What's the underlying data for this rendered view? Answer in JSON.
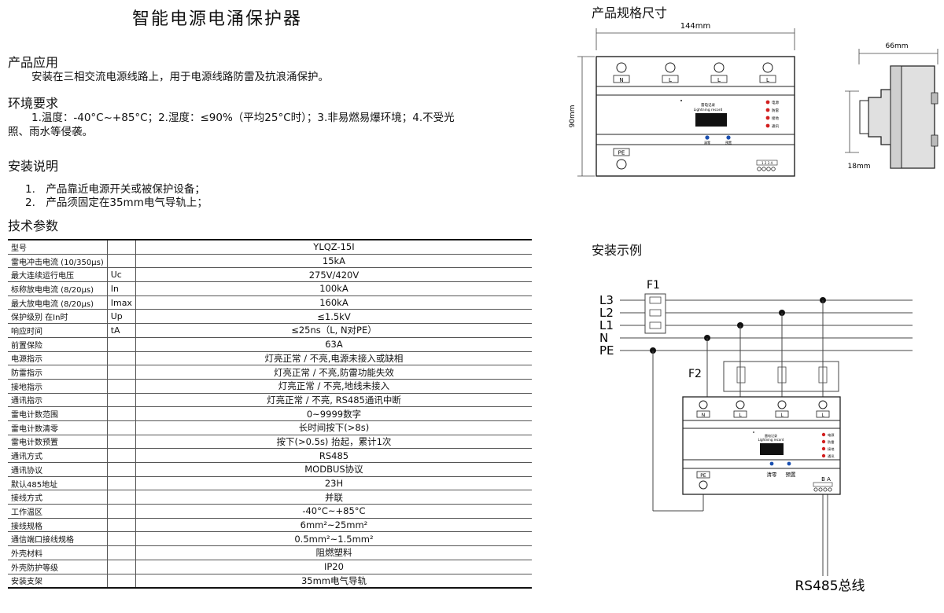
{
  "title": "智能电源电涌保护器",
  "sections": {
    "application": {
      "heading": "产品应用",
      "text": "安装在三相交流电源线路上，用于电源线路防雷及抗浪涌保护。"
    },
    "environment": {
      "heading": "环境要求",
      "line1": "1.温度：-40°C~+85°C；2.湿度：≤90%（平均25°C时）；3.非易燃易爆环境；4.不受光",
      "line2": "照、雨水等侵袭。"
    },
    "install": {
      "heading": "安装说明",
      "items": [
        "1.　产品靠近电源开关或被保护设备；",
        "2.　产品须固定在35mm电气导轨上；"
      ]
    },
    "tech_heading": "技术参数",
    "dims_heading": "产品规格尺寸",
    "example_heading": "安装示例"
  },
  "spec_rows": [
    {
      "name": "型号",
      "sym": "",
      "val": "YLQZ-15I"
    },
    {
      "name": "雷电冲击电流 (10/350μs)",
      "sym": "",
      "val": "15kA"
    },
    {
      "name": "最大连续运行电压",
      "sym": "Uc",
      "val": "275V/420V"
    },
    {
      "name": "标称放电电流 (8/20μs)",
      "sym": "In",
      "val": "100kA"
    },
    {
      "name": "最大放电电流 (8/20μs)",
      "sym": "Imax",
      "val": "160kA"
    },
    {
      "name": "保护级别 在In时",
      "sym": "Up",
      "val": "≤1.5kV"
    },
    {
      "name": "响应时间",
      "sym": "tA",
      "val": "≤25ns（L, N对PE）"
    },
    {
      "name": "前置保险",
      "sym": "",
      "val": "63A"
    },
    {
      "name": "电源指示",
      "sym": "",
      "val": "灯亮正常 / 不亮,电源未接入或缺相"
    },
    {
      "name": "防雷指示",
      "sym": "",
      "val": "灯亮正常 / 不亮,防雷功能失效"
    },
    {
      "name": "接地指示",
      "sym": "",
      "val": "灯亮正常 / 不亮,地线未接入"
    },
    {
      "name": "通讯指示",
      "sym": "",
      "val": "灯亮正常 / 不亮, RS485通讯中断"
    },
    {
      "name": "雷电计数范围",
      "sym": "",
      "val": "0~9999数字"
    },
    {
      "name": "雷电计数清零",
      "sym": "",
      "val": "长时间按下(>8s)"
    },
    {
      "name": "雷电计数预置",
      "sym": "",
      "val": "按下(>0.5s) 抬起，累计1次"
    },
    {
      "name": "通讯方式",
      "sym": "",
      "val": "RS485"
    },
    {
      "name": "通讯协议",
      "sym": "",
      "val": "MODBUS协议"
    },
    {
      "name": "默认485地址",
      "sym": "",
      "val": "23H"
    },
    {
      "name": "接线方式",
      "sym": "",
      "val": "并联"
    },
    {
      "name": "工作温区",
      "sym": "",
      "val": "-40°C~+85°C"
    },
    {
      "name": "接线规格",
      "sym": "",
      "val": "6mm²~25mm²"
    },
    {
      "name": "通信端口接线规格",
      "sym": "",
      "val": "0.5mm²~1.5mm²"
    },
    {
      "name": "外壳材料",
      "sym": "",
      "val": "阻燃塑料"
    },
    {
      "name": "外壳防护等级",
      "sym": "",
      "val": "IP20"
    },
    {
      "name": "安装支架",
      "sym": "",
      "val": "35mm电气导轨"
    }
  ],
  "dims": {
    "width": "144mm",
    "height": "90mm",
    "depth": "66mm",
    "rail": "18mm"
  },
  "device": {
    "terminals_top": [
      "N",
      "L",
      "L",
      "L"
    ],
    "terminal_bottom": "PE",
    "display_label_cn": "雷电记录",
    "display_label_en": "Lightning record",
    "indicators": [
      "电源",
      "防雷",
      "接地",
      "通讯"
    ],
    "buttons": [
      "清零",
      "预置"
    ],
    "comm_pins": "1 2 3 4",
    "comm_ba": "B A"
  },
  "wiring": {
    "lines": [
      "L3",
      "L2",
      "L1",
      "N",
      "PE"
    ],
    "fuse1": "F1",
    "fuse2": "F2",
    "bus_label": "RS485总线"
  },
  "colors": {
    "led_red": "#d21f1f",
    "button_blue": "#1a4fb0",
    "line": "#444444"
  }
}
